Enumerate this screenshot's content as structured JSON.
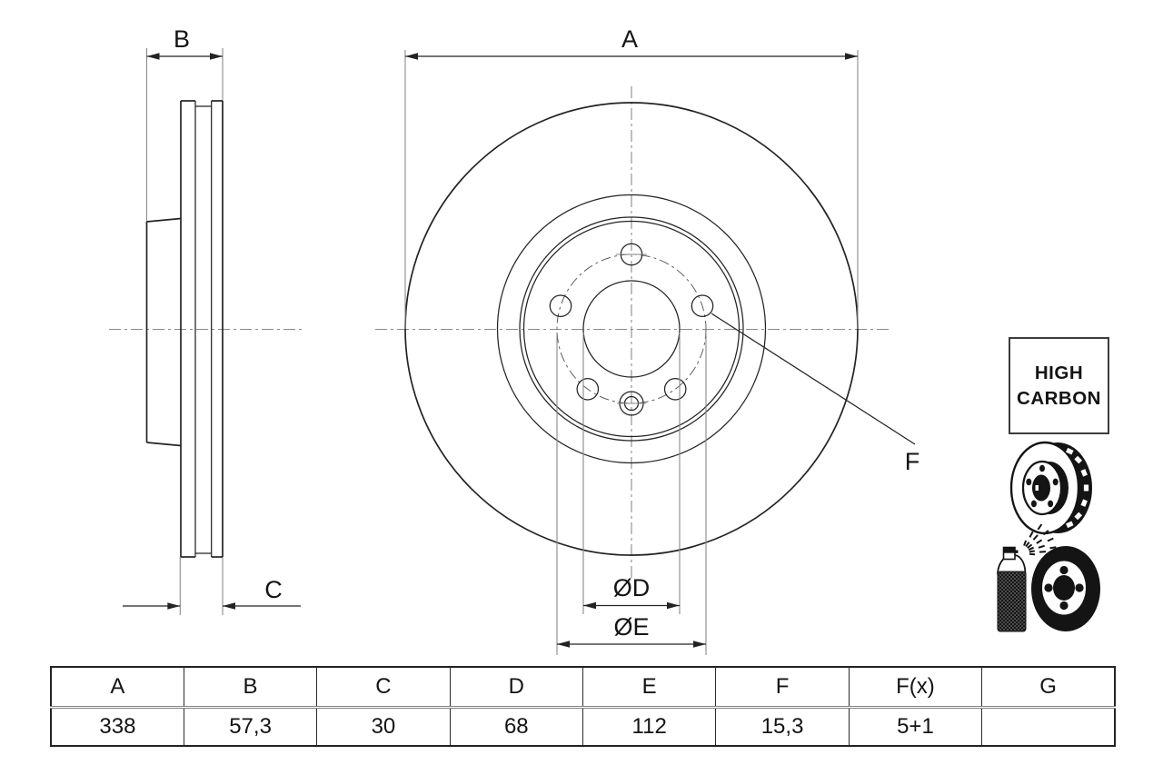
{
  "labels": {
    "a": "A",
    "b": "B",
    "c": "C",
    "d": "ØD",
    "e": "ØE",
    "f": "F"
  },
  "badge": {
    "line1": "HIGH",
    "line2": "CARBON"
  },
  "icons": {
    "vented_disc": "vented-brake-disc-icon",
    "coated_disc": "spray-coating-disc-icon"
  },
  "table": {
    "headers": [
      "A",
      "B",
      "C",
      "D",
      "E",
      "F",
      "F(x)",
      "G"
    ],
    "values": [
      "338",
      "57,3",
      "30",
      "68",
      "112",
      "15,3",
      "5+1",
      ""
    ]
  },
  "colors": {
    "line": "#232323",
    "thin_line": "#8a8a8a",
    "text": "#141414",
    "background": "#ffffff"
  }
}
